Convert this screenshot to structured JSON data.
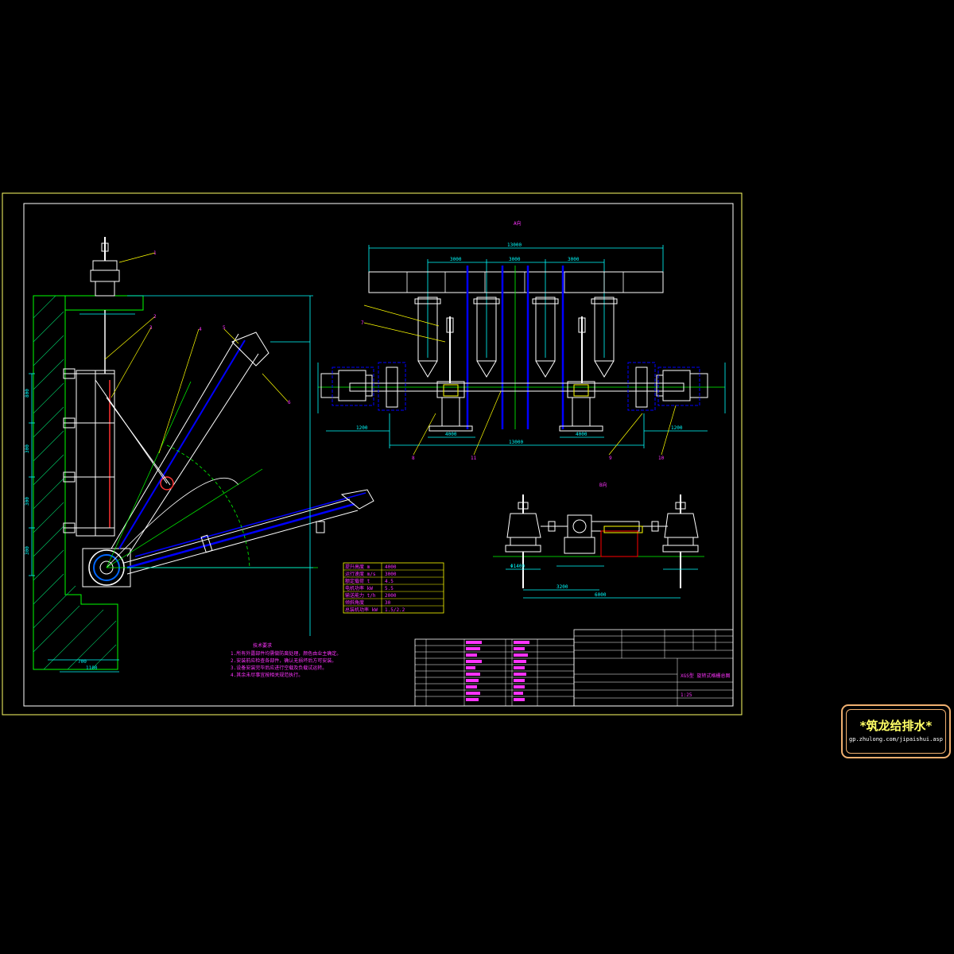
{
  "colors": {
    "background": "#000000",
    "frame": "#ffff66",
    "structure": "#ffffff",
    "dimension": "#00ffff",
    "annotation": "#ff33ff",
    "centerline": "#00ff00",
    "pipe": "#0000ff",
    "accent": "#ff0000",
    "leader": "#ffff00"
  },
  "views": {
    "side_title": "",
    "top_title": "A向",
    "detail_title": "B向"
  },
  "side_dims": [
    "800",
    "300",
    "300",
    "300",
    "1100",
    "700"
  ],
  "top_dims": {
    "overall": "13000",
    "spans": [
      "3000",
      "3000",
      "3000"
    ],
    "bottom_spans": [
      "1200",
      "4000",
      "4000",
      "1200"
    ],
    "overall_bottom": "13000"
  },
  "detail_dims": [
    "Φ1400",
    "3200",
    "6000"
  ],
  "callouts": [
    "1",
    "2",
    "3",
    "4",
    "5",
    "6",
    "7",
    "8",
    "9",
    "10",
    "11"
  ],
  "spec_table": {
    "rows": [
      [
        "提升高度 m",
        "4000"
      ],
      [
        "运行速度 m/s",
        "3000"
      ],
      [
        "额定载荷 t",
        "4.5"
      ],
      [
        "电机功率 kW",
        "5.5"
      ],
      [
        "输送能力 t/h",
        "2000"
      ],
      [
        "倾斜角度",
        "30"
      ],
      [
        "总装机功率 kW",
        "1.5/2.2"
      ]
    ]
  },
  "notes": {
    "title": "技术要求",
    "lines": [
      "1.所有外露部件均需做防腐处理，颜色由业主确定。",
      "2.安装前应检查各部件，确认无损坏后方可安装。",
      "3.设备安装完毕后应进行空载及负载试运转。",
      "4.其余未尽事宜按相关规范执行。"
    ]
  },
  "title_block": {
    "drawing_name": "XGS型 旋转式格栅总图",
    "scale": "1:25"
  },
  "watermark": {
    "title": "*筑龙给排水*",
    "url": "gp.zhulong.com/jipaishui.asp"
  }
}
